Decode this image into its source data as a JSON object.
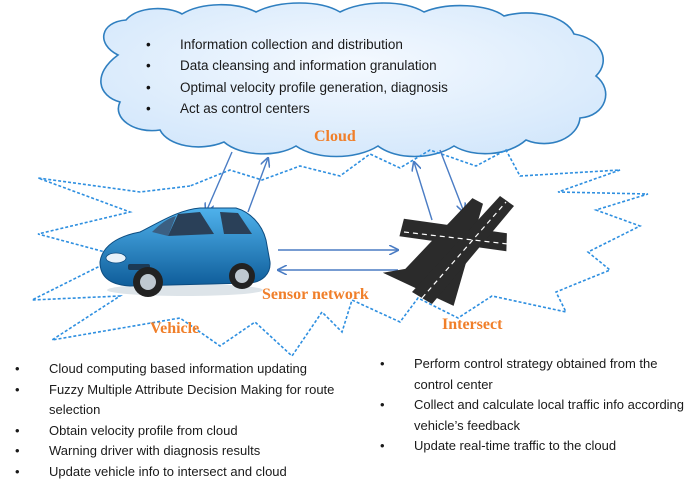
{
  "cloud": {
    "label": "Cloud",
    "items": [
      "Information collection and distribution",
      "Data cleansing and information granulation",
      "Optimal velocity profile generation, diagnosis",
      "Act as control centers"
    ]
  },
  "sensor_network": {
    "label": "Sensor network"
  },
  "vehicle": {
    "label": "Vehicle",
    "items": [
      "Cloud computing based information updating",
      "Fuzzy Multiple Attribute Decision Making for route selection",
      "Obtain velocity profile from cloud",
      "Warning driver with diagnosis results",
      "Update vehicle info to intersect and cloud"
    ]
  },
  "intersect": {
    "label": "Intersect",
    "items": [
      "Perform control strategy obtained from the control center",
      "Collect and calculate local traffic info according vehicle’s feedback",
      "Update real-time traffic to the cloud"
    ]
  },
  "colors": {
    "cloud_fill": "#ddeefc",
    "cloud_stroke": "#2f7fc0",
    "label_orange": "#f07f2a",
    "arrow_blue": "#4a7cc4",
    "car_body": "#1f7fc4"
  },
  "icons": [
    "car-icon",
    "intersection-icon"
  ]
}
